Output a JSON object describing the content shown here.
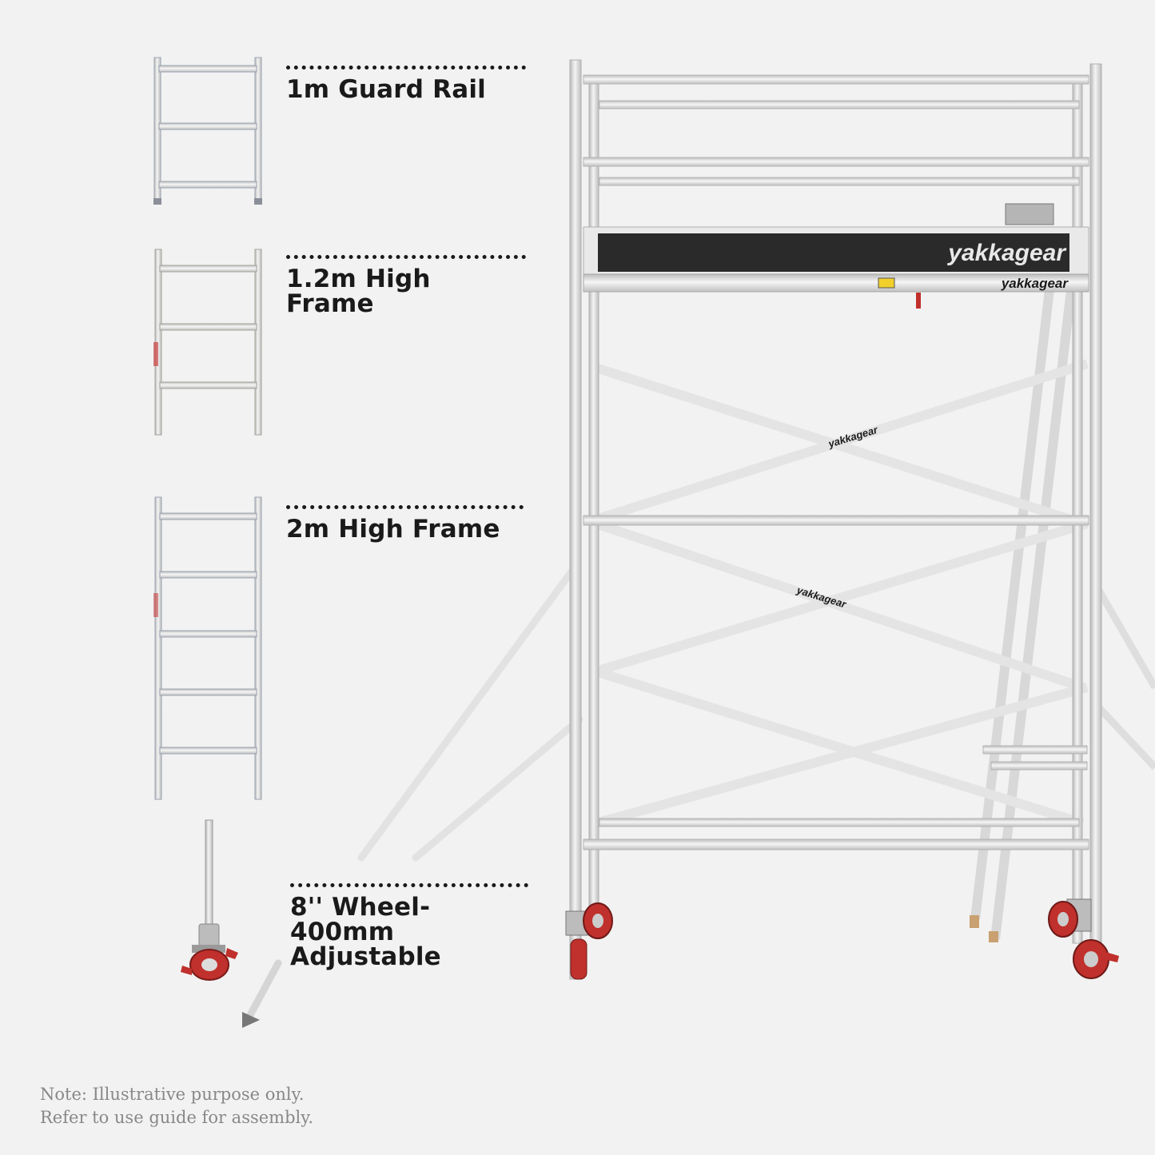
{
  "labels": {
    "guard_rail": "1m Guard Rail",
    "frame_12": "1.2m High Frame",
    "frame_2": "2m High Frame",
    "wheel": "8'' Wheel-\n400mm\nAdjustable"
  },
  "brand": {
    "toeboard": "yakkagear",
    "platform": "yakkagear",
    "brace": "yakkagear"
  },
  "note": {
    "line1": "Note: Illustrative purpose only.",
    "line2": "Refer to use guide for assembly."
  },
  "colors": {
    "background": "#f2f2f2",
    "aluminium": "#dcdcdc",
    "text": "#1a1a1a",
    "toeboard": "#2a2a2a",
    "wheel_red": "#c0302c"
  }
}
